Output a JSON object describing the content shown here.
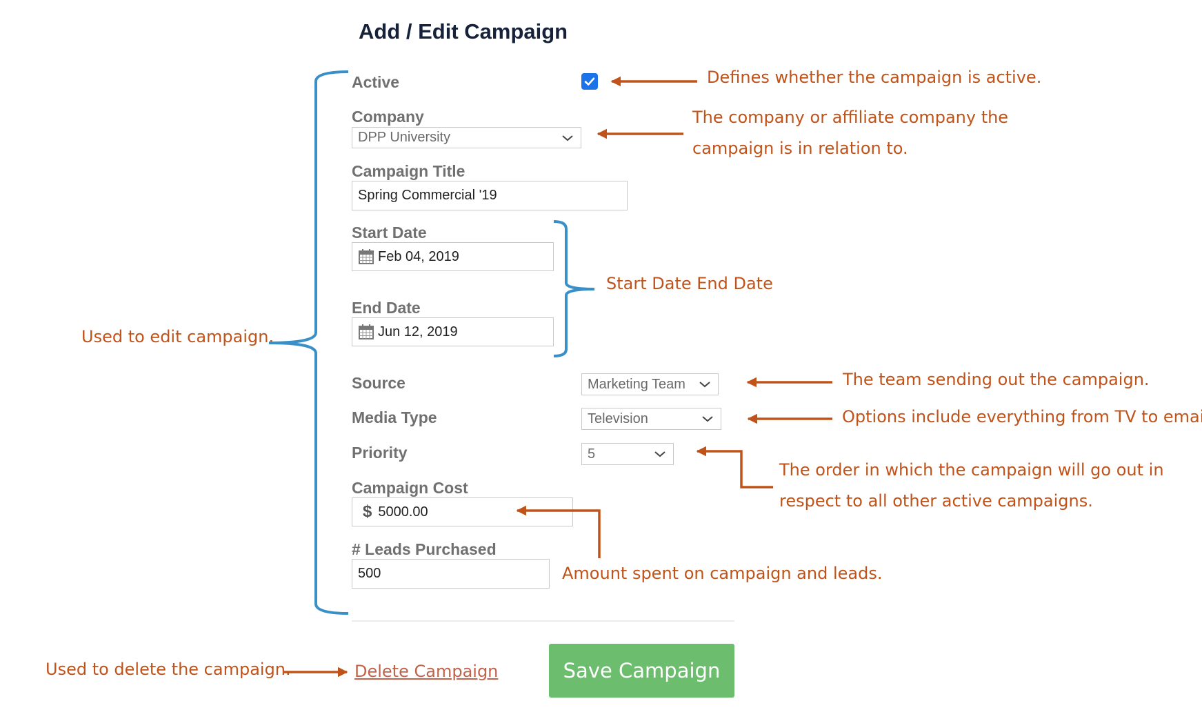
{
  "form": {
    "title": "Add / Edit Campaign",
    "active_label": "Active",
    "active_checked": true,
    "company_label": "Company",
    "company_value": "DPP University",
    "campaign_title_label": "Campaign Title",
    "campaign_title_value": "Spring Commercial '19",
    "start_date_label": "Start Date",
    "start_date_value": "Feb 04, 2019",
    "end_date_label": "End Date",
    "end_date_value": "Jun 12, 2019",
    "source_label": "Source",
    "source_value": "Marketing Team",
    "media_type_label": "Media Type",
    "media_type_value": "Television",
    "priority_label": "Priority",
    "priority_value": "5",
    "campaign_cost_label": "Campaign Cost",
    "campaign_cost_symbol": "$",
    "campaign_cost_value": "5000.00",
    "leads_label": "# Leads Purchased",
    "leads_value": "500",
    "delete_label": "Delete Campaign",
    "save_label": "Save Campaign"
  },
  "annotations": {
    "active": "Defines whether the campaign is active.",
    "company_line1": "The company or affiliate company the",
    "company_line2": "campaign is in relation to.",
    "dates": "Start Date End Date",
    "edit": "Used to edit campaign.",
    "source": "The team sending out the campaign.",
    "media_type": "Options include everything from TV to email.",
    "priority_line1": "The order in which the campaign will go out in",
    "priority_line2": "respect to all other active campaigns.",
    "cost_leads": "Amount spent on campaign and leads.",
    "delete": "Used to delete the campaign."
  },
  "icons": {
    "checkbox": "checkmark-icon",
    "dropdown": "chevron-down-icon",
    "calendar": "calendar-icon"
  },
  "colors": {
    "annotation": "#c0531a",
    "bracket": "#3a8fc7",
    "checkbox": "#1a73e8",
    "save_button": "#6dbd6f",
    "title": "#16213a",
    "label": "#707070",
    "delete_link": "#c0634a"
  }
}
